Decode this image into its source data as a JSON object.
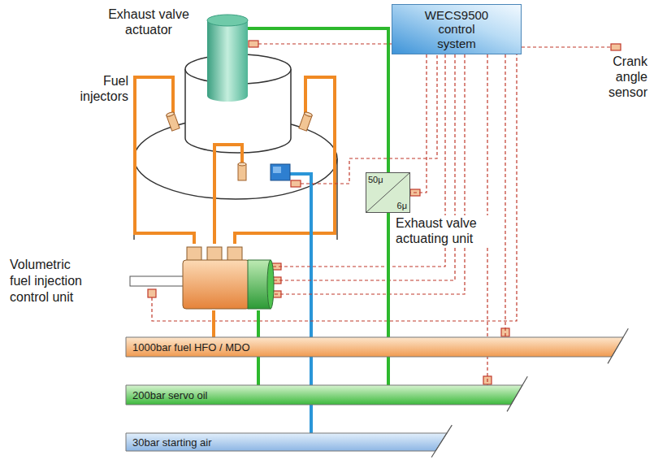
{
  "diagram": {
    "nodes": [
      {
        "text": [
          "WECS9500 control system"
        ]
      },
      {
        "text": [
          "50μ",
          "6μ",
          "Exhaust valve actuating unit"
        ]
      },
      {
        "text": [
          "Volumetric fuel injection control unit"
        ]
      },
      {
        "text": [
          "1000bar fuel HFO / MDO"
        ]
      },
      {
        "text": [
          "200bar servo oil"
        ]
      },
      {
        "text": [
          "30bar starting air"
        ]
      }
    ],
    "edges": [
      {
        "from": 0,
        "to": 1,
        "arrow": "none"
      },
      {
        "from": 0,
        "to": 2,
        "arrow": "none"
      },
      {
        "from": 0,
        "to": 2,
        "arrow": "none"
      },
      {
        "from": 0,
        "to": 2,
        "arrow": "none"
      },
      {
        "from": 0,
        "to": 3,
        "arrow": "none"
      },
      {
        "from": 0,
        "to": 4,
        "arrow": "none"
      },
      {
        "from": 3,
        "to": 2,
        "arrow": "none"
      },
      {
        "from": 4,
        "to": 2,
        "arrow": "none"
      },
      {
        "from": 4,
        "to": 1,
        "arrow": "none"
      }
    ],
    "labels": [
      "Exhaust valve actuator",
      "Fuel injectors",
      "Crank angle sensor"
    ]
  }
}
